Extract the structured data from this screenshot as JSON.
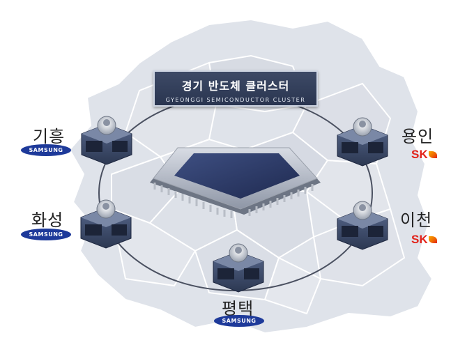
{
  "title": {
    "main": "경기 반도체 클러스터",
    "sub": "GYEONGGI SEMICONDUCTOR CLUSTER"
  },
  "nodes": [
    {
      "id": "giheung",
      "label": "기흥",
      "company": "SAMSUNG",
      "company_kind": "samsung"
    },
    {
      "id": "hwaseong",
      "label": "화성",
      "company": "SAMSUNG",
      "company_kind": "samsung"
    },
    {
      "id": "pyeongtaek",
      "label": "평택",
      "company": "SAMSUNG",
      "company_kind": "samsung"
    },
    {
      "id": "yongin",
      "label": "용인",
      "company": "SK",
      "company_kind": "sk"
    },
    {
      "id": "icheon",
      "label": "이천",
      "company": "SK",
      "company_kind": "sk"
    }
  ],
  "colors": {
    "map_fill": "#dfe3ea",
    "map_border": "#ffffff",
    "ring": "#4a5060",
    "node_dark": "#3b4a66",
    "chip_core": "#2c3a66",
    "samsung_blue": "#1e3a9a",
    "sk_red": "#e2231a"
  }
}
